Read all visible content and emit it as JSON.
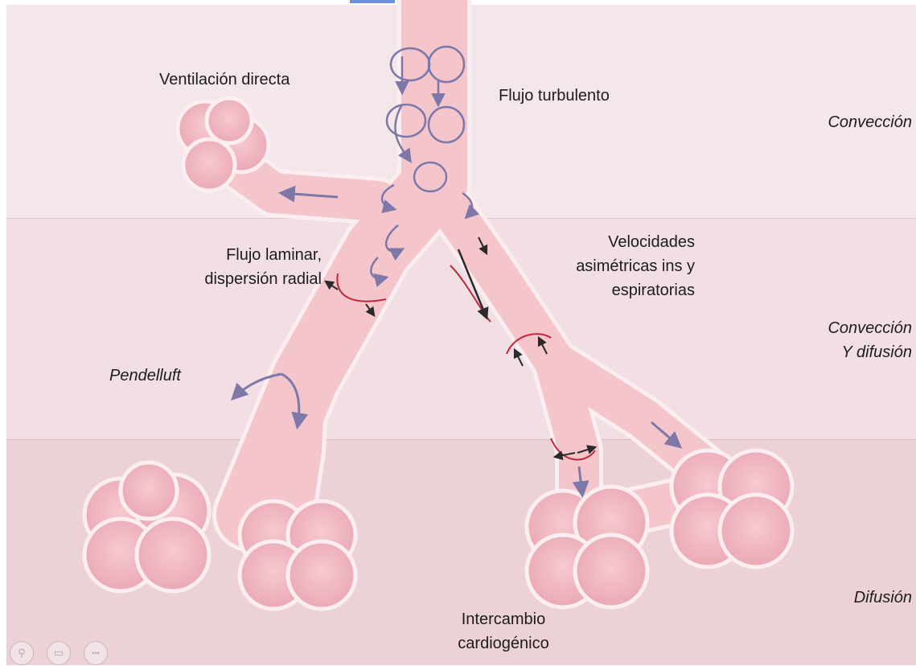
{
  "labels": {
    "ventilacion": "Ventilación directa",
    "turbulento": "Flujo turbulento",
    "laminar_1": "Flujo laminar,",
    "laminar_2": "dispersión radial",
    "velocidades_1": "Velocidades",
    "velocidades_2": "asimétricas ins y",
    "velocidades_3": "espiratorias",
    "pendelluft": "Pendelluft",
    "intercambio_1": "Intercambio",
    "intercambio_2": "cardiogénico"
  },
  "zones": {
    "top": "Convección",
    "mid_1": "Convección",
    "mid_2": "Y difusión",
    "bottom": "Difusión"
  },
  "controls": [
    {
      "icon": "magnifier-icon",
      "glyph": "⚲"
    },
    {
      "icon": "subtitles-icon",
      "glyph": "▭"
    },
    {
      "icon": "more-icon",
      "glyph": "•••"
    }
  ],
  "colors": {
    "airway_fill": "#f3c7cd",
    "airway_outline": "#fbeef0",
    "alveolus_fill": "#f0b4bf",
    "flow_arrow": "#7d78a8",
    "profile_line": "#c0283a"
  }
}
